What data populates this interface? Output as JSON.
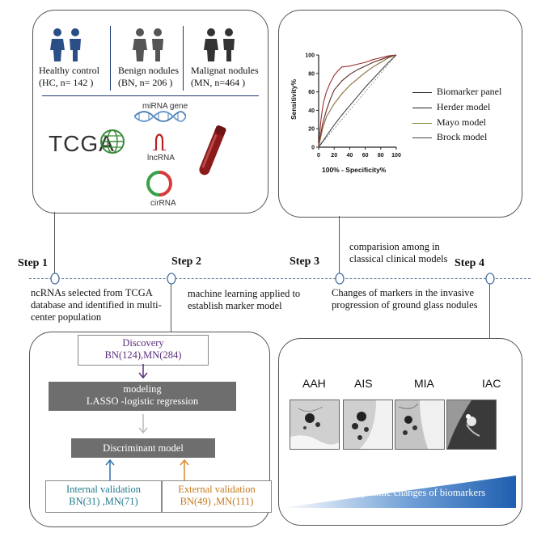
{
  "panel1": {
    "groups": [
      {
        "label1": "Healthy control",
        "label2": "(HC, n= 142 )"
      },
      {
        "label1": "Benign nodules",
        "label2": "(BN, n= 206 )"
      },
      {
        "label1": "Malignat nodules",
        "label2": "(MN, n=464 )"
      }
    ],
    "tcga": "TCGA",
    "mirna": "miRNA gene",
    "lncrna": "lncRNA",
    "circrna": "cirRNA"
  },
  "roc": {
    "ylabel": "Sensitivity%",
    "xlabel": "100% - Specificity%",
    "ticks": [
      "0",
      "20",
      "40",
      "60",
      "80",
      "100"
    ],
    "legend": [
      "Biomarker panel",
      "Herder model",
      "Mayo model",
      "Brock model"
    ]
  },
  "chart_data": {
    "type": "line",
    "xlabel": "100% - Specificity%",
    "ylabel": "Sensitivity%",
    "xlim": [
      0,
      100
    ],
    "ylim": [
      0,
      100
    ],
    "series": [
      {
        "name": "Biomarker panel",
        "x": [
          0,
          3,
          6,
          10,
          15,
          20,
          25,
          30,
          40,
          50,
          60,
          70,
          80,
          90,
          100
        ],
        "y": [
          0,
          30,
          48,
          60,
          70,
          78,
          83,
          87,
          88,
          90,
          92,
          95,
          97,
          99,
          100
        ]
      },
      {
        "name": "Herder model",
        "x": [
          0,
          5,
          10,
          15,
          20,
          30,
          40,
          50,
          60,
          70,
          80,
          90,
          100
        ],
        "y": [
          0,
          25,
          40,
          52,
          62,
          72,
          79,
          84,
          88,
          92,
          95,
          98,
          100
        ]
      },
      {
        "name": "Mayo model",
        "x": [
          0,
          5,
          10,
          20,
          30,
          40,
          50,
          60,
          70,
          80,
          90,
          100
        ],
        "y": [
          0,
          20,
          33,
          47,
          58,
          67,
          74,
          81,
          87,
          92,
          97,
          100
        ]
      },
      {
        "name": "Brock model",
        "x": [
          0,
          10,
          20,
          30,
          40,
          50,
          60,
          70,
          80,
          90,
          100
        ],
        "y": [
          0,
          12,
          24,
          35,
          45,
          55,
          65,
          74,
          83,
          92,
          100
        ]
      }
    ]
  },
  "colors": {
    "biomarker": "#9c2f2f",
    "herder": "#5f2a2a",
    "mayo": "#8a6a3a",
    "brock": "#444444",
    "internal": "#1f7a8c",
    "external": "#c57a1e",
    "discovery": "#5b2f7a",
    "blue_arrow": "#2f6fb0",
    "orange_arrow": "#d98b2b"
  },
  "steps": {
    "s1": "Step 1",
    "s2": "Step 2",
    "s3": "Step 3",
    "s4": "Step 4",
    "t1": "ncRNAs selected from TCGA database and identified in multi-center population",
    "t2": "machine learning applied to establish marker model",
    "t3": "comparision among in classical clinical models",
    "t4": "Changes of markers in the invasive progression of ground glass nodules"
  },
  "flow": {
    "discovery_title": "Discovery",
    "discovery_counts": "BN(124),MN(284)",
    "modeling1": "modeling",
    "modeling2": "LASSO -logistic regression",
    "discriminant": "Discriminant model",
    "internal_title": "Internal validation",
    "internal_counts": "BN(31) ,MN(71)",
    "external_title": "External validation",
    "external_counts": "BN(49) ,MN(111)"
  },
  "panel4": {
    "stages": [
      "AAH",
      "AIS",
      "MIA",
      "IAC"
    ],
    "gradient_label": "Dynamic changes of biomarkers"
  }
}
